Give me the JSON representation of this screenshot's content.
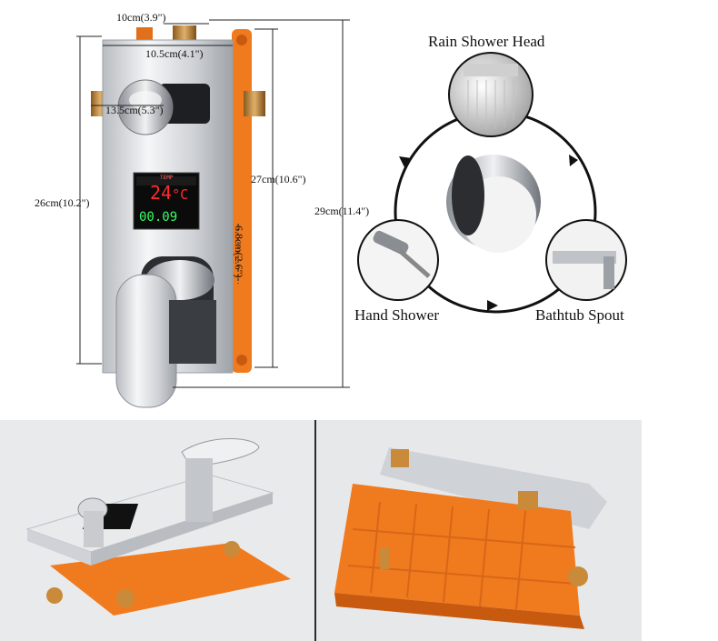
{
  "dimensions": {
    "top_width": "10cm(3.9\")",
    "plate_width": "10.5cm(4.1\")",
    "knob_height": "13.5cm(5.3\")",
    "plate_height": "26cm(10.2\")",
    "box_height": "27cm(10.6\")",
    "total_height": "29cm(11.4\")",
    "box_depth": "6.8cm(2.6\")"
  },
  "display": {
    "temp_label": "TEMP",
    "temp_value": "24",
    "temp_unit": "°C",
    "flow_value": "00.09"
  },
  "diagram": {
    "rain_label": "Rain Shower Head",
    "hand_label": "Hand Shower",
    "spout_label": "Bathtub Spout"
  },
  "colors": {
    "accent_orange": "#f07a1e",
    "chrome": "#d7d9dc",
    "lcd_red": "#ff2b2b",
    "lcd_green": "#33ff66"
  }
}
